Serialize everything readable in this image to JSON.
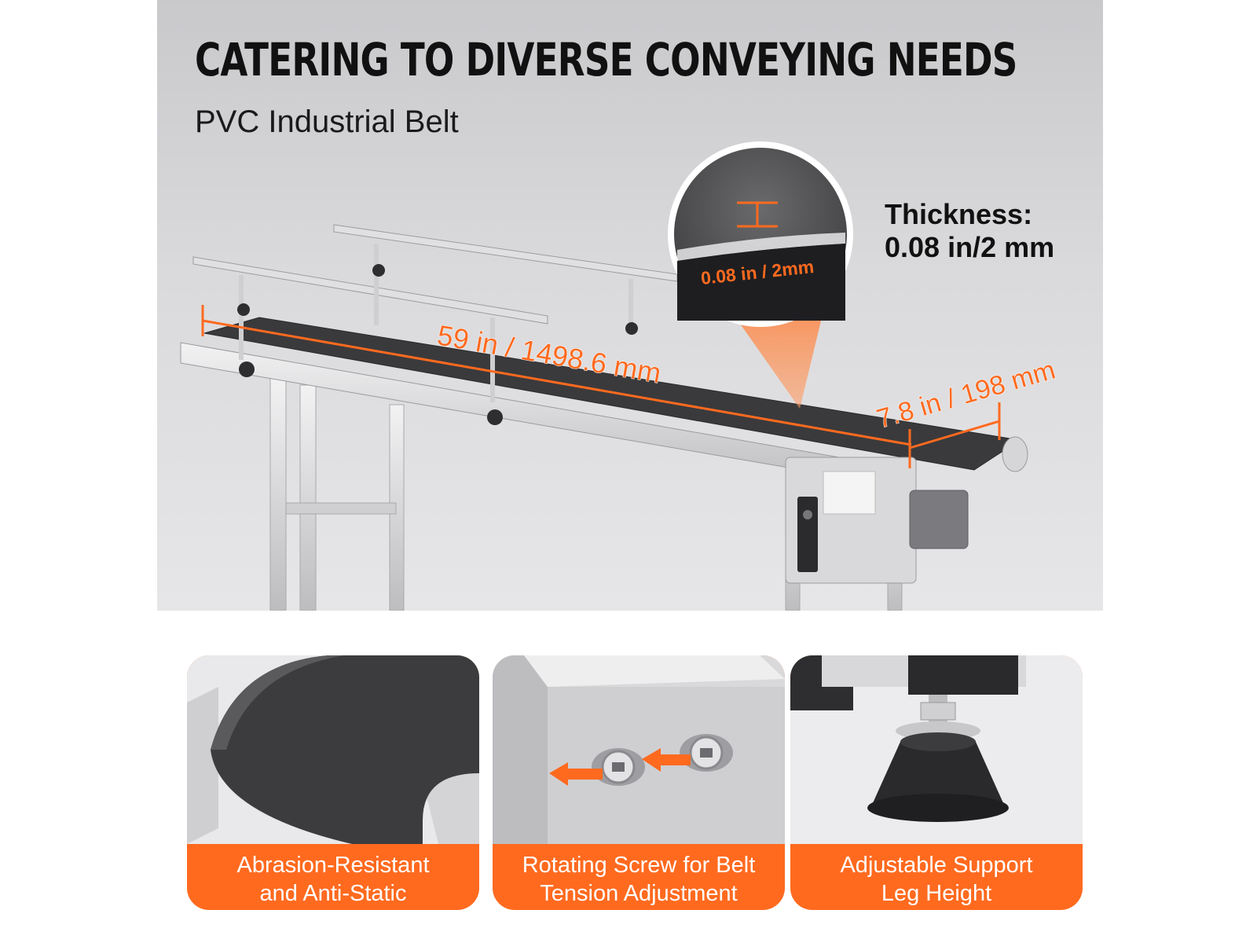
{
  "headline": "CATERING TO DIVERSE CONVEYING NEEDS",
  "subheadline": "PVC Industrial Belt",
  "thickness": {
    "label": "Thickness:",
    "value": "0.08 in/2 mm",
    "zoom_label": "0.08 in / 2mm"
  },
  "dimensions": {
    "length": "59 in / 1498.6 mm",
    "width": "7.8 in / 198 mm"
  },
  "features": [
    {
      "line1": "Abrasion-Resistant",
      "line2": "and Anti-Static",
      "icon": "belt-icon"
    },
    {
      "line1": "Rotating Screw for Belt",
      "line2": "Tension Adjustment",
      "icon": "screw-icon"
    },
    {
      "line1": "Adjustable Support",
      "line2": "Leg Height",
      "icon": "leveling-foot-icon"
    }
  ],
  "colors": {
    "accent": "#ff6a1f",
    "belt": "#3a3a3c",
    "steel": "#d8d8da",
    "text": "#111111"
  }
}
